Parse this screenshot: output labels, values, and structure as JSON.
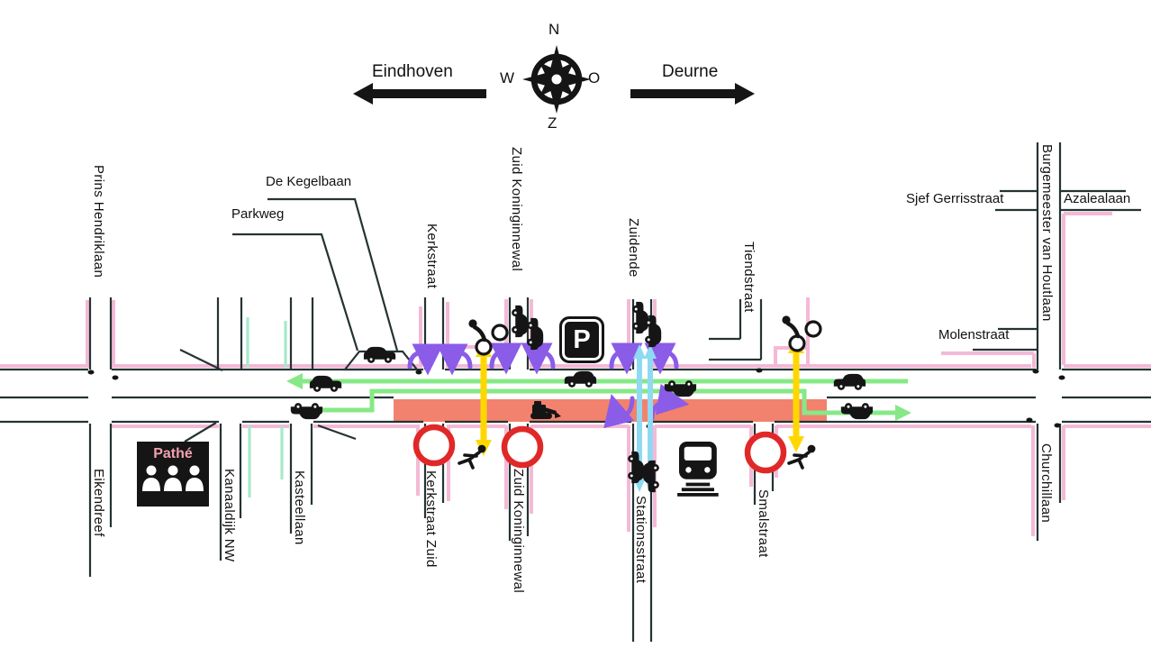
{
  "header": {
    "west_destination": "Eindhoven",
    "east_destination": "Deurne",
    "compass": {
      "north": "N",
      "east": "O",
      "south": "Z",
      "west": "W"
    }
  },
  "streets": {
    "prins_hendriklaan": "Prins Hendriklaan",
    "eikendreef": "Eikendreef",
    "kanaaldijk_nw": "Kanaaldijk NW",
    "kasteellaan": "Kasteellaan",
    "parkweg": "Parkweg",
    "de_kegelbaan": "De Kegelbaan",
    "kerkstraat": "Kerkstraat",
    "kerkstraat_zuid": "Kerkstraat Zuid",
    "zuid_koninginnewal_noord": "Zuid Koninginnewal",
    "zuid_koninginnewal_zuid": "Zuid Koninginnewal",
    "zuidende": "Zuidende",
    "tiendstraat": "Tiendstraat",
    "stationsstraat": "Stationsstraat",
    "smalstraat": "Smalstraat",
    "sjef_gerrisstraat": "Sjef Gerrisstraat",
    "azalealaan": "Azalealaan",
    "burgemeester_van_houtlaan": "Burgemeester van Houtlaan",
    "molenstraat": "Molenstraat",
    "churchillaan": "Churchillaan"
  },
  "landmarks": {
    "cinema_name": "Pathé",
    "parking_sign": "P"
  },
  "icons": {
    "compass_rose": "compass-rose-icon",
    "west_arrow": "west-direction-arrow-icon",
    "east_arrow": "east-direction-arrow-icon",
    "car": "car-icon",
    "bicycle": "bicycle-icon",
    "pedestrian": "pedestrian-icon",
    "excavator": "excavator-icon",
    "train": "train-icon",
    "parking": "parking-icon",
    "audience": "cinema-audience-icon",
    "road_closed": "road-closed-icon"
  },
  "colors": {
    "closure_zone": "#F2826E",
    "closed_sign_red": "#E02828",
    "cycle_route_green": "#86E886",
    "cycle_link_mint": "#A7E9CB",
    "turn_arrow_purple": "#8A5CE8",
    "two_way_arrow_cyan": "#8FD9F2",
    "crossing_arrow_yellow": "#FFD700",
    "sidewalk_pink": "#F4B9D6",
    "road_line": "#253333"
  }
}
